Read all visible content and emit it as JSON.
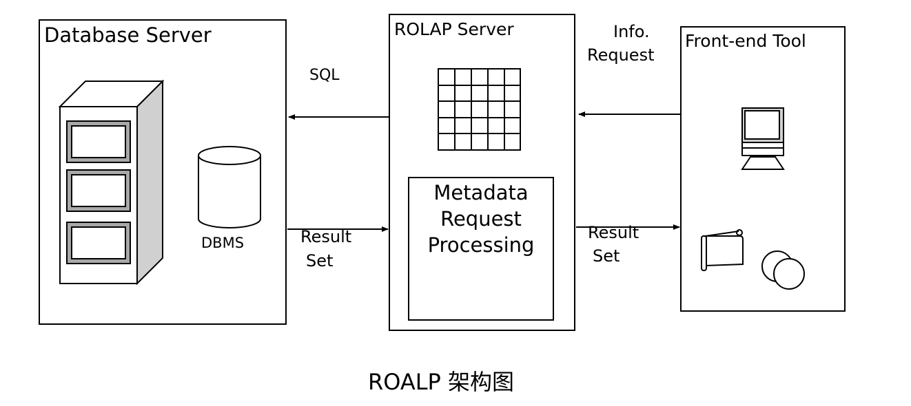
{
  "database_server": {
    "title": "Database Server",
    "dbms_label": "DBMS"
  },
  "rolap_server": {
    "title": "ROLAP Server",
    "metadata_lines": [
      "Metadata",
      "Request",
      "Processing"
    ]
  },
  "frontend_tool": {
    "title": "Front-end Tool"
  },
  "arrows": {
    "sql_label": "SQL",
    "result_left_lines": [
      "Result",
      "Set"
    ],
    "info_request_lines": [
      "Info.",
      "Request"
    ],
    "result_right_lines": [
      "Result",
      "Set"
    ]
  },
  "caption": "ROALP 架构图"
}
